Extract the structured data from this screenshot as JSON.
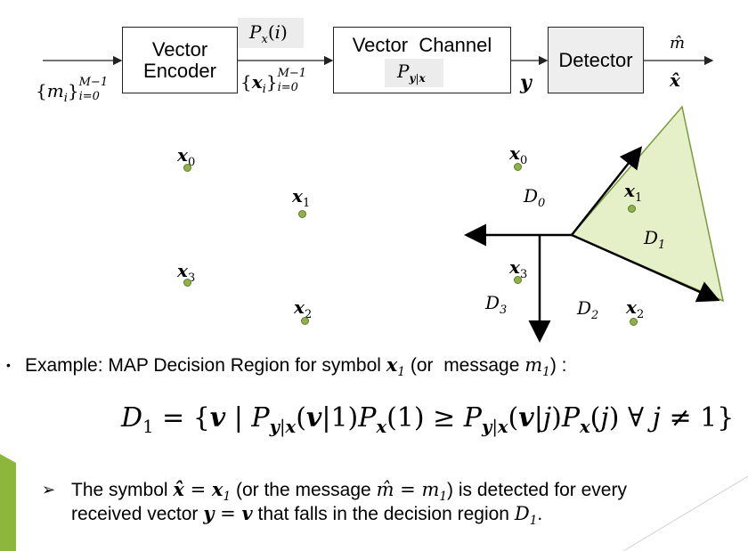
{
  "block_diagram": {
    "input_label": "{m_i}_{i=0}^{M-1}",
    "encoder_line1": "Vector",
    "encoder_line2": "Encoder",
    "prior_label": "P_x(i)",
    "codeword_label": "{x_i}_{i=0}^{M-1}",
    "channel_label": "Vector  Channel",
    "channel_prob": "P_{y|x}",
    "channel_output": "y",
    "detector_label": "Detector",
    "output_message": "m̂",
    "output_symbol": "x̂"
  },
  "left_constellation": {
    "points": [
      "x0",
      "x1",
      "x2",
      "x3"
    ]
  },
  "right_constellation": {
    "points": [
      "x0",
      "x1",
      "x2",
      "x3"
    ],
    "regions": [
      "D0",
      "D1",
      "D2",
      "D3"
    ],
    "highlighted_region": "D1",
    "highlight_color": "#e6f0c8",
    "highlight_border": "#7a9a3a"
  },
  "example": {
    "bullet": "•",
    "text_prefix": "Example: MAP Decision Region for symbol",
    "text_mid": "(or  message",
    "text_suffix": ") :"
  },
  "equation": {
    "lhs": "D1",
    "rhs": "{v | P_{y|x}(v|1) P_x(1) ≥ P_{y|x}(v|j) P_x(j) ∀ j ≠ 1}"
  },
  "note": {
    "arrow_bullet": "➢",
    "line1_a": "The symbol",
    "line1_b": "(or the message",
    "line1_c": ") is detected for every",
    "line2_a": "received vector",
    "line2_b": "that falls in the decision region",
    "line2_c": "."
  },
  "colors": {
    "accent_green": "#8db63c",
    "dot_green": "#8fb04a"
  }
}
